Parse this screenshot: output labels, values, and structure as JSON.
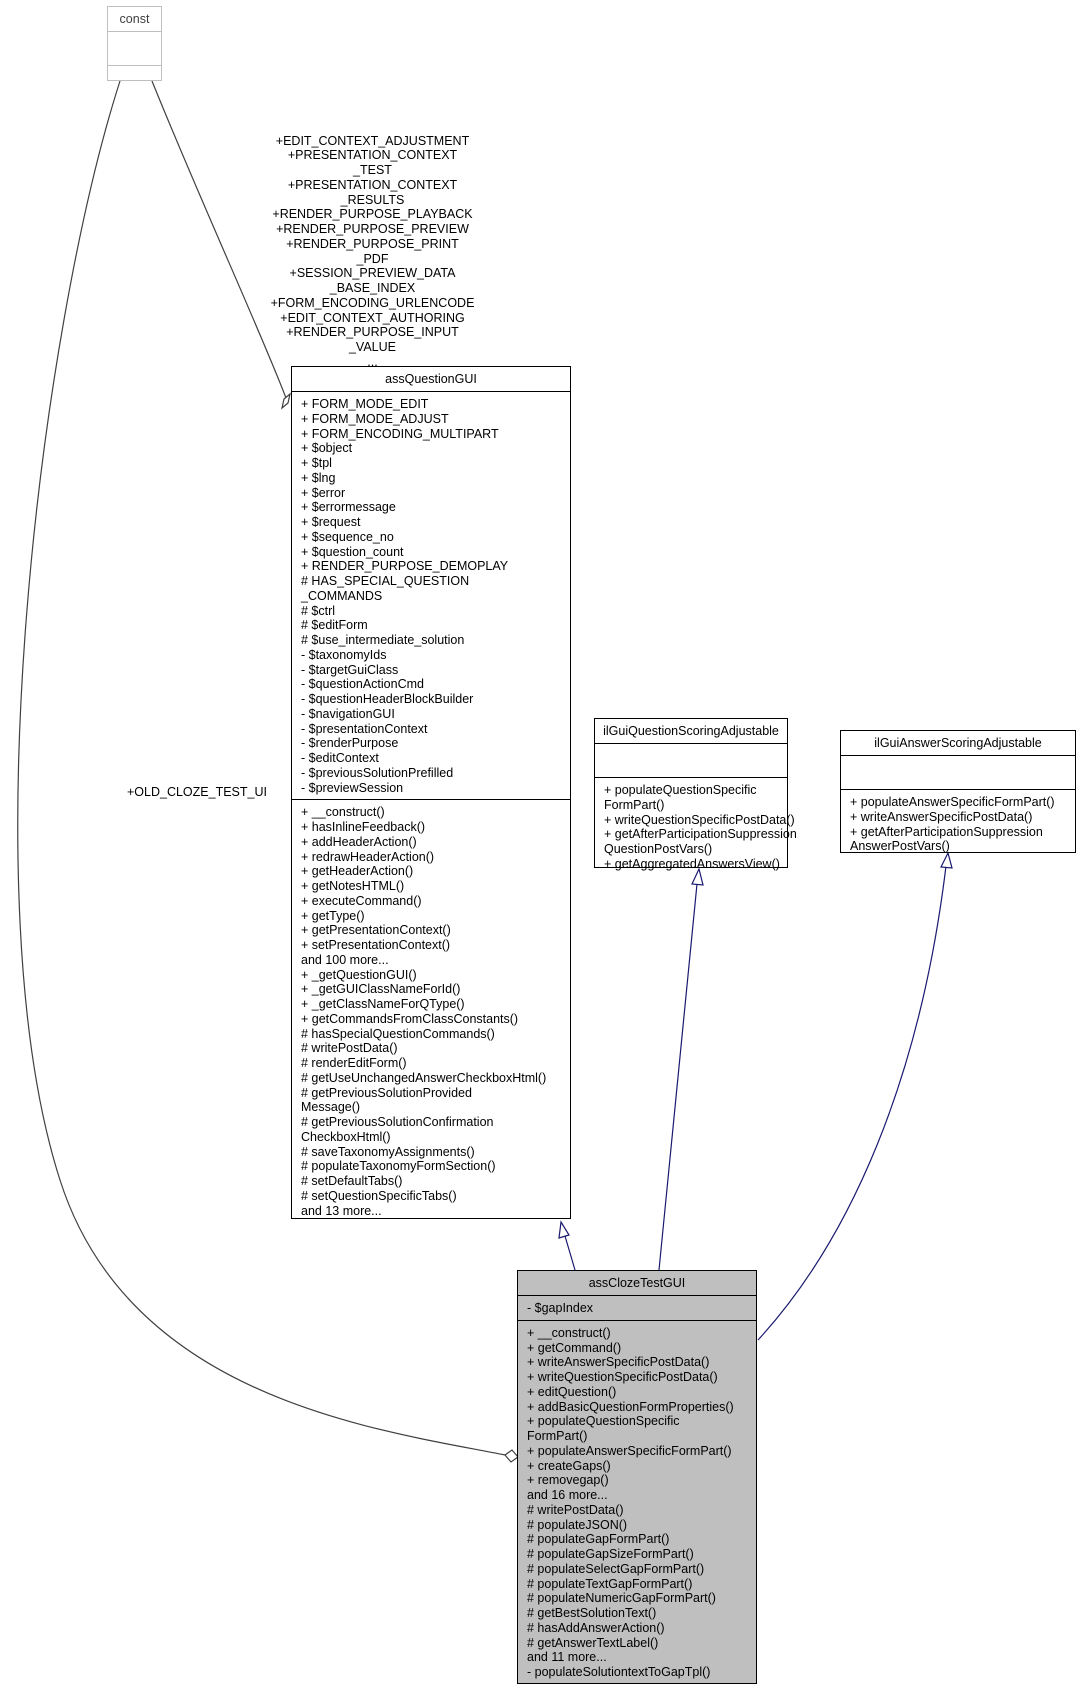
{
  "const_class": {
    "name": "const",
    "attributes": [],
    "methods": []
  },
  "const_label_lines": [
    "+EDIT_CONTEXT_ADJUSTMENT",
    "+PRESENTATION_CONTEXT",
    "_TEST",
    "+PRESENTATION_CONTEXT",
    "_RESULTS",
    "+RENDER_PURPOSE_PLAYBACK",
    "+RENDER_PURPOSE_PREVIEW",
    "+RENDER_PURPOSE_PRINT",
    "_PDF",
    "+SESSION_PREVIEW_DATA",
    "_BASE_INDEX",
    "+FORM_ENCODING_URLENCODE",
    "+EDIT_CONTEXT_AUTHORING",
    "+RENDER_PURPOSE_INPUT",
    "_VALUE",
    "..."
  ],
  "old_cloze_label": "+OLD_CLOZE_TEST_UI",
  "assQuestionGUI": {
    "name": "assQuestionGUI",
    "attributes": [
      "+ FORM_MODE_EDIT",
      "+ FORM_MODE_ADJUST",
      "+ FORM_ENCODING_MULTIPART",
      "+ $object",
      "+ $tpl",
      "+ $lng",
      "+ $error",
      "+ $errormessage",
      "+ $request",
      "+ $sequence_no",
      "+ $question_count",
      "+ RENDER_PURPOSE_DEMOPLAY",
      "# HAS_SPECIAL_QUESTION",
      "_COMMANDS",
      "# $ctrl",
      "# $editForm",
      "# $use_intermediate_solution",
      "- $taxonomyIds",
      "- $targetGuiClass",
      "- $questionActionCmd",
      "- $questionHeaderBlockBuilder",
      "- $navigationGUI",
      "- $presentationContext",
      "- $renderPurpose",
      "- $editContext",
      "- $previousSolutionPrefilled",
      "- $previewSession"
    ],
    "methods": [
      "+ __construct()",
      "+ hasInlineFeedback()",
      "+ addHeaderAction()",
      "+ redrawHeaderAction()",
      "+ getHeaderAction()",
      "+ getNotesHTML()",
      "+ executeCommand()",
      "+ getType()",
      "+ getPresentationContext()",
      "+ setPresentationContext()",
      "and 100 more...",
      "+ _getQuestionGUI()",
      "+ _getGUIClassNameForId()",
      "+ _getClassNameForQType()",
      "+ getCommandsFromClassConstants()",
      "# hasSpecialQuestionCommands()",
      "# writePostData()",
      "# renderEditForm()",
      "# getUseUnchangedAnswerCheckboxHtml()",
      "# getPreviousSolutionProvided",
      "Message()",
      "# getPreviousSolutionConfirmation",
      "CheckboxHtml()",
      "# saveTaxonomyAssignments()",
      "# populateTaxonomyFormSection()",
      "# setDefaultTabs()",
      "# setQuestionSpecificTabs()",
      "and 13 more..."
    ]
  },
  "ilGuiQuestionScoringAdjustable": {
    "name": "ilGuiQuestionScoringAdjustable",
    "attributes": [],
    "methods": [
      "+ populateQuestionSpecific",
      "FormPart()",
      "+ writeQuestionSpecificPostData()",
      "+ getAfterParticipationSuppression",
      "QuestionPostVars()",
      "+ getAggregatedAnswersView()"
    ]
  },
  "ilGuiAnswerScoringAdjustable": {
    "name": "ilGuiAnswerScoringAdjustable",
    "attributes": [],
    "methods": [
      "+ populateAnswerSpecificFormPart()",
      "+ writeAnswerSpecificPostData()",
      "+ getAfterParticipationSuppression",
      "AnswerPostVars()"
    ]
  },
  "assClozeTestGUI": {
    "name": "assClozeTestGUI",
    "attributes": [
      "- $gapIndex"
    ],
    "methods": [
      "+ __construct()",
      "+ getCommand()",
      "+ writeAnswerSpecificPostData()",
      "+ writeQuestionSpecificPostData()",
      "+ editQuestion()",
      "+ addBasicQuestionFormProperties()",
      "+ populateQuestionSpecific",
      "FormPart()",
      "+ populateAnswerSpecificFormPart()",
      "+ createGaps()",
      "+ removegap()",
      "and 16 more...",
      "# writePostData()",
      "# populateJSON()",
      "# populateGapFormPart()",
      "# populateGapSizeFormPart()",
      "# populateSelectGapFormPart()",
      "# populateTextGapFormPart()",
      "# populateNumericGapFormPart()",
      "# getBestSolutionText()",
      "# hasAddAnswerAction()",
      "# getAnswerTextLabel()",
      "and 11 more...",
      "- populateSolutiontextToGapTpl()"
    ]
  }
}
